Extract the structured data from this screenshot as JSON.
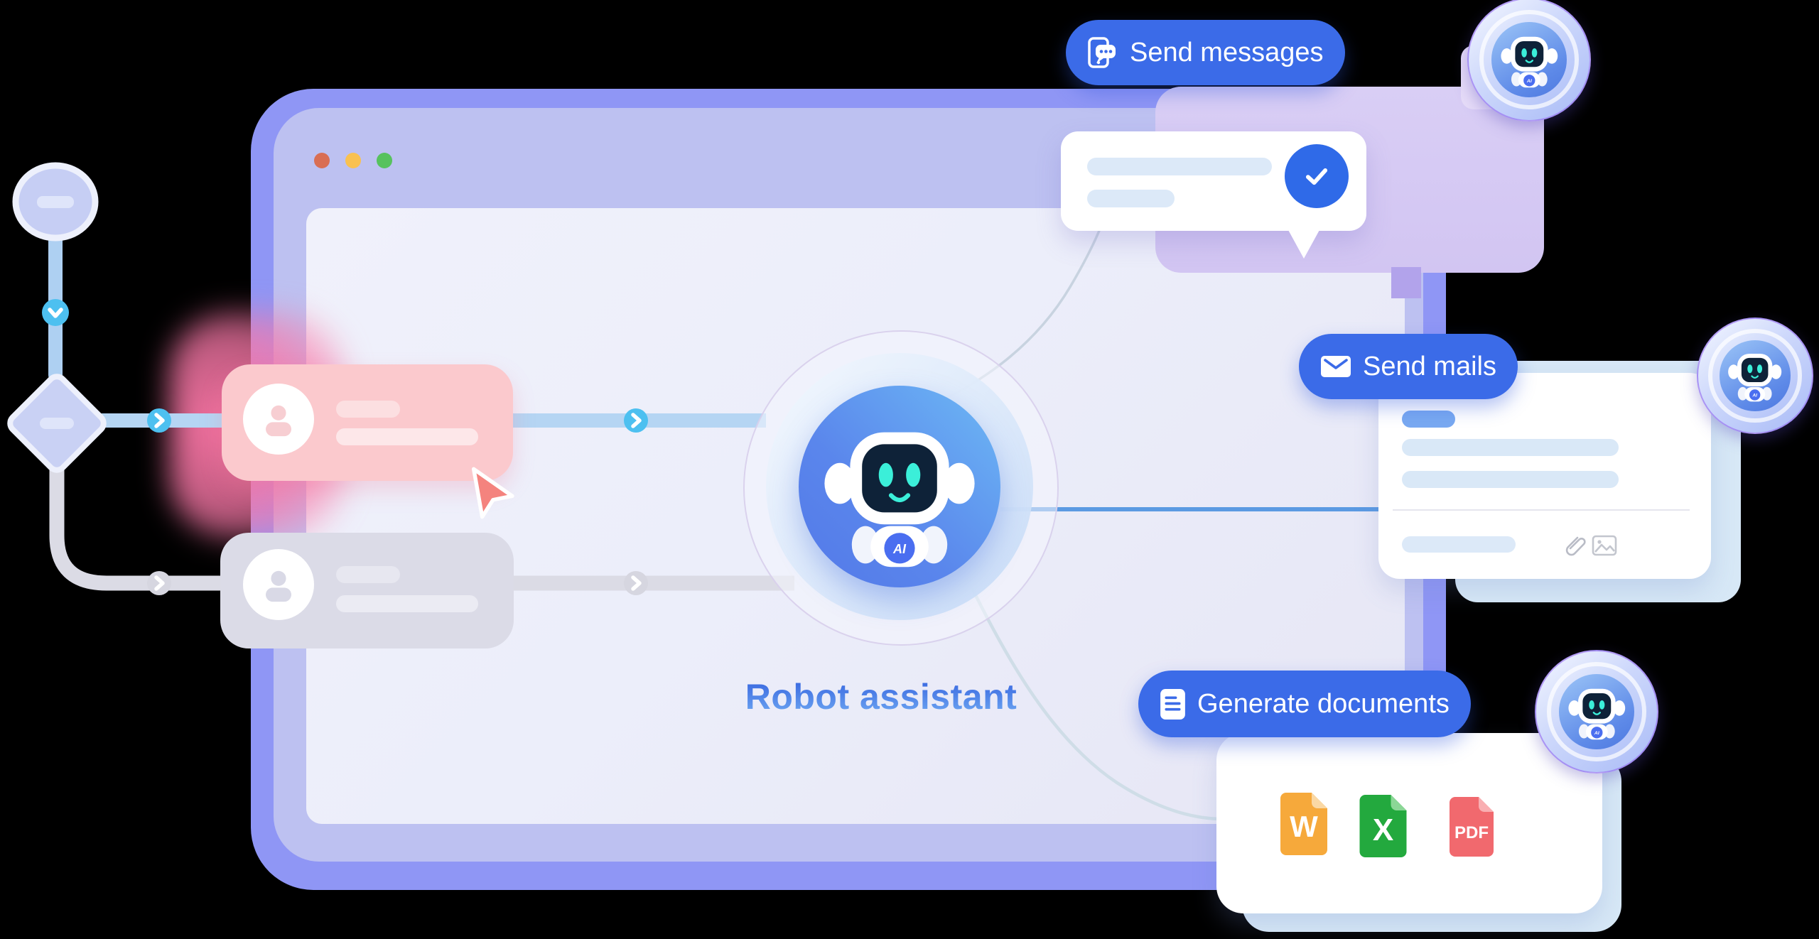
{
  "window": {
    "dot_colors": [
      "#D96E54",
      "#F9C150",
      "#57C25E"
    ]
  },
  "robot": {
    "label": "Robot assistant",
    "ai_badge": "AI"
  },
  "actions": {
    "send_messages": {
      "label": "Send messages",
      "color": "#3B6BE8"
    },
    "send_mails": {
      "label": "Send mails",
      "color": "#3B6BE8"
    },
    "generate_documents": {
      "label": "Generate documents",
      "color": "#3B6BE8"
    }
  },
  "documents": {
    "files": [
      {
        "type": "word",
        "label": "W",
        "color": "#F6A93B",
        "fold": "#FAD8A4"
      },
      {
        "type": "excel",
        "label": "X",
        "color": "#23A93E",
        "fold": "#8BD796"
      },
      {
        "type": "pdf",
        "label": "PDF",
        "color": "#F1696E",
        "fold": "#F9AFB2"
      }
    ]
  },
  "colors": {
    "accent_blue": "#3B6BE8",
    "node_cyan": "#4DC0F0",
    "connector_blue": "#B5D5F3",
    "connector_gray": "#DBDBE5",
    "window_border": "#8F96F5",
    "highlight_pink": "#FBC9CD"
  }
}
